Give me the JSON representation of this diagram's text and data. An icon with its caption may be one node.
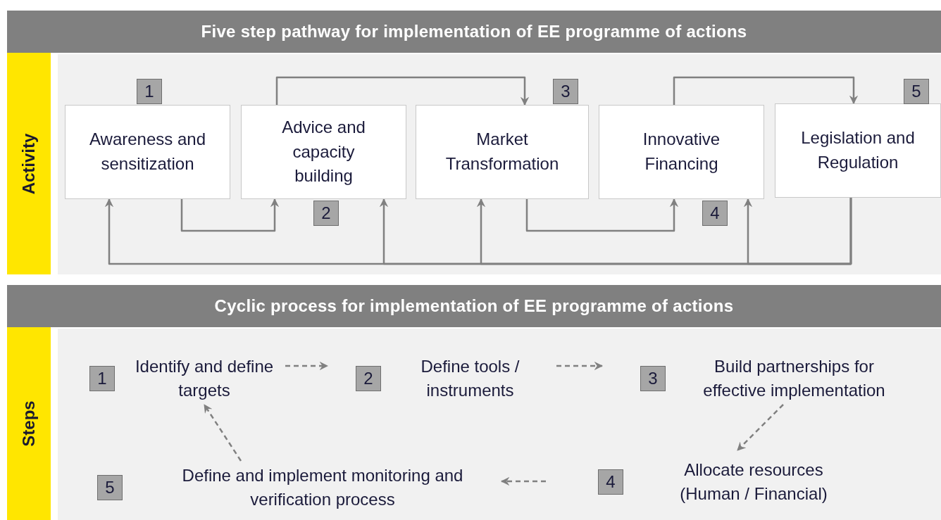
{
  "diagram": {
    "nodes": [
      {
        "text": [
          "Five step pathway for implementation of EE programme of actions",
          "Activity"
        ]
      },
      {
        "text": [
          "Awareness and sensitization"
        ],
        "in": 0,
        "beside": [
          "1"
        ]
      },
      {
        "text": [
          "Advice and capacity building"
        ],
        "in": 0,
        "beside": [
          "2"
        ]
      },
      {
        "text": [
          "Market Transformation"
        ],
        "in": 0,
        "beside": [
          "3"
        ]
      },
      {
        "text": [
          "Innovative Financing"
        ],
        "in": 0,
        "beside": [
          "4"
        ]
      },
      {
        "text": [
          "Legislation and Regulation"
        ],
        "in": 0,
        "beside": [
          "5"
        ]
      },
      {
        "text": [
          "Cyclic process for implementation of EE programme of actions",
          "Steps"
        ]
      },
      {
        "text": [
          "1",
          "Identify and define targets"
        ],
        "in": 6
      },
      {
        "text": [
          "2",
          "Define tools / instruments"
        ],
        "in": 6
      },
      {
        "text": [
          "3",
          "Build partnerships for effective implementation"
        ],
        "in": 6
      },
      {
        "text": [
          "4",
          "Allocate resources (Human / Financial)"
        ],
        "in": 6
      },
      {
        "text": [
          "5",
          "Define and implement monitoring and verification process"
        ],
        "in": 6
      }
    ],
    "edges": [
      {
        "from": 1,
        "to": 2,
        "arrow": "to"
      },
      {
        "from": 2,
        "to": 3,
        "arrow": "to"
      },
      {
        "from": 3,
        "to": 4,
        "arrow": "to"
      },
      {
        "from": 4,
        "to": 5,
        "arrow": "to"
      },
      {
        "from": 5,
        "to": 1,
        "arrow": "to"
      },
      {
        "from": 5,
        "to": 2,
        "arrow": "to"
      },
      {
        "from": 5,
        "to": 3,
        "arrow": "to"
      },
      {
        "from": 5,
        "to": 4,
        "arrow": "to"
      },
      {
        "from": 7,
        "to": 8,
        "arrow": "to",
        "style": "dashed"
      },
      {
        "from": 8,
        "to": 9,
        "arrow": "to",
        "style": "dashed"
      },
      {
        "from": 9,
        "to": 10,
        "arrow": "to",
        "style": "dashed"
      },
      {
        "from": 10,
        "to": 11,
        "arrow": "to",
        "style": "dashed"
      },
      {
        "from": 11,
        "to": 7,
        "arrow": "to",
        "style": "dashed"
      }
    ]
  }
}
